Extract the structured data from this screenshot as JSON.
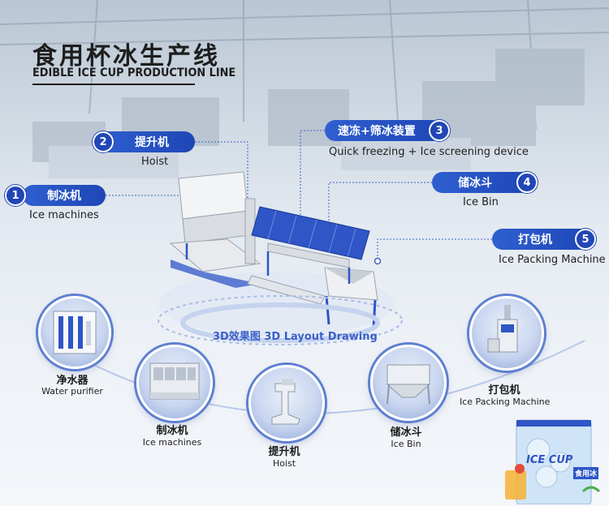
{
  "header": {
    "title_cn": "食用杯冰生产线",
    "title_en": "EDIBLE ICE CUP PRODUCTION LINE"
  },
  "callouts": [
    {
      "num": "1",
      "cn": "制冰机",
      "en": "Ice machines"
    },
    {
      "num": "2",
      "cn": "提升机",
      "en": "Hoist"
    },
    {
      "num": "3",
      "cn": "速冻+筛冰装置",
      "en": "Quick freezing + Ice screening device"
    },
    {
      "num": "4",
      "cn": "储冰斗",
      "en": "Ice Bin"
    },
    {
      "num": "5",
      "cn": "打包机",
      "en": "Ice Packing Machine"
    }
  ],
  "layout_label": "3D效果图 3D Layout Drawing",
  "flow": [
    {
      "cn": "净水器",
      "en": "Water purifier",
      "icon": "water-purifier-icon"
    },
    {
      "cn": "制冰机",
      "en": "Ice machines",
      "icon": "ice-machine-icon"
    },
    {
      "cn": "提升机",
      "en": "Hoist",
      "icon": "hoist-icon"
    },
    {
      "cn": "储冰斗",
      "en": "Ice Bin",
      "icon": "ice-bin-icon"
    },
    {
      "cn": "打包机",
      "en": "Ice Packing Machine",
      "icon": "packing-machine-icon"
    }
  ],
  "product": {
    "bag_text_1": "ICE CUP",
    "bag_text_2": "食用冰"
  },
  "colors": {
    "accent": "#2146b5",
    "accent_light": "#5d7fd1"
  }
}
